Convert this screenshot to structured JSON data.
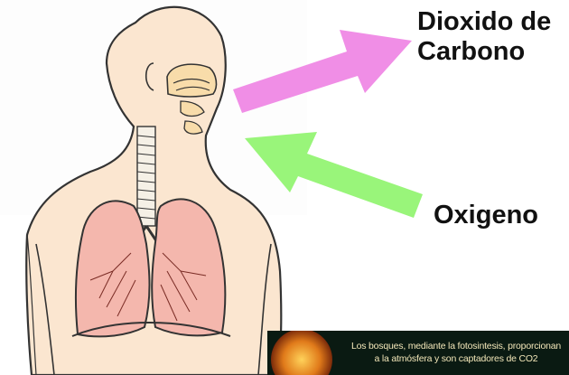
{
  "labels": {
    "carbon_dioxide": "Dioxido de Carbono",
    "oxygen": "Oxigeno"
  },
  "banner": {
    "line1": "Los bosques, mediante la fotosintesis, proporcionan",
    "line2": "a la atmósfera y son captadores de CO2"
  },
  "colors": {
    "co2_arrow": "#f08ee6",
    "o2_arrow": "#99f57a",
    "body_fill": "#fbe6d0",
    "lung_fill": "#f4b7ad",
    "banner_bg": "#0a1a12"
  }
}
